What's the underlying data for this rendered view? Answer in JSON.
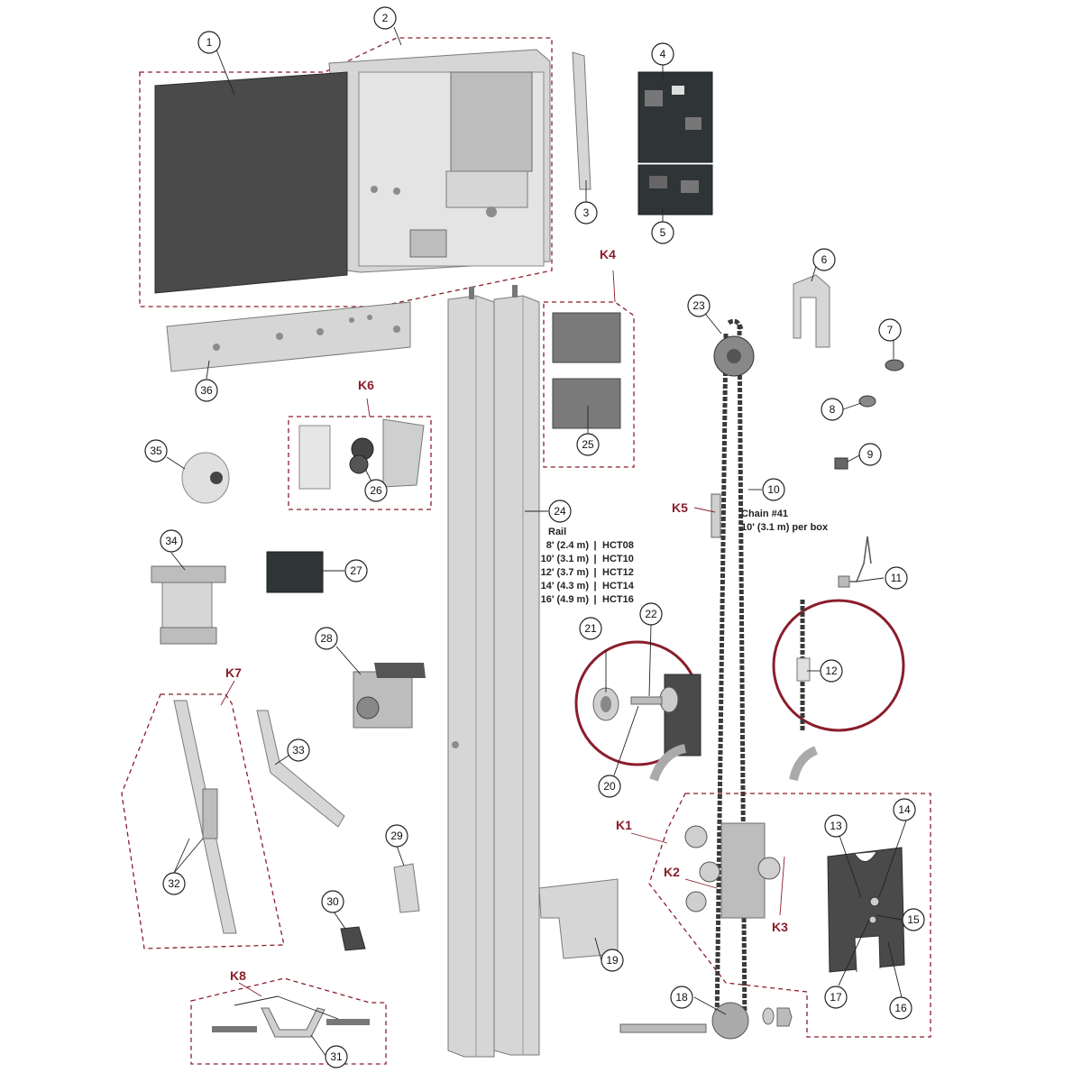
{
  "callouts": [
    {
      "label": "1"
    },
    {
      "label": "2"
    },
    {
      "label": "3"
    },
    {
      "label": "4"
    },
    {
      "label": "5"
    },
    {
      "label": "6"
    },
    {
      "label": "7"
    },
    {
      "label": "8"
    },
    {
      "label": "9"
    },
    {
      "label": "10"
    },
    {
      "label": "11"
    },
    {
      "label": "12"
    },
    {
      "label": "13"
    },
    {
      "label": "14"
    },
    {
      "label": "15"
    },
    {
      "label": "16"
    },
    {
      "label": "17"
    },
    {
      "label": "18"
    },
    {
      "label": "19"
    },
    {
      "label": "20"
    },
    {
      "label": "21"
    },
    {
      "label": "22"
    },
    {
      "label": "23"
    },
    {
      "label": "24"
    },
    {
      "label": "25"
    },
    {
      "label": "26"
    },
    {
      "label": "27"
    },
    {
      "label": "28"
    },
    {
      "label": "29"
    },
    {
      "label": "30"
    },
    {
      "label": "31"
    },
    {
      "label": "32"
    },
    {
      "label": "33"
    },
    {
      "label": "34"
    },
    {
      "label": "35"
    },
    {
      "label": "36"
    }
  ],
  "kits": {
    "k1": "K1",
    "k2": "K2",
    "k3": "K3",
    "k4": "K4",
    "k5": "K5",
    "k6": "K6",
    "k7": "K7",
    "k8": "K8"
  },
  "chain_note": {
    "line1": "Chain #41",
    "line2": "10' (3.1 m) per box"
  },
  "rail_note": {
    "title": "Rail",
    "rows": [
      {
        "length": "8' (2.4 m)",
        "part": "HCT08"
      },
      {
        "length": "10' (3.1 m)",
        "part": "HCT10"
      },
      {
        "length": "12' (3.7 m)",
        "part": "HCT12"
      },
      {
        "length": "14' (4.3 m)",
        "part": "HCT14"
      },
      {
        "length": "16' (4.9 m)",
        "part": "HCT16"
      }
    ],
    "separator": "|"
  },
  "colors": {
    "kit_accent": "#8a1d2b",
    "metal": "#d6d6d6",
    "dark_panel": "#4a4a4a",
    "board": "#2f3437"
  }
}
